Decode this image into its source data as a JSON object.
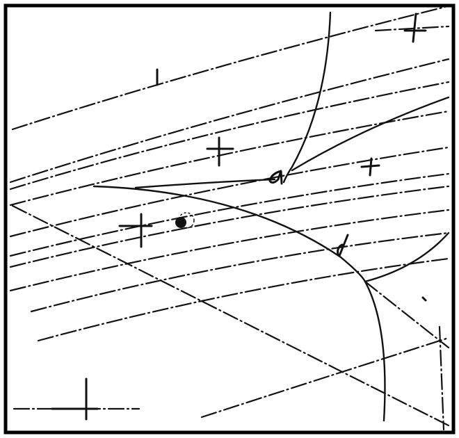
{
  "drawing": {
    "ink_color": "#111111",
    "paper_color": "#ffffff",
    "border_color": "#000000",
    "line_style": "dash-dot",
    "line_count": 16,
    "curve_count": 6,
    "cross_marker_count": 7,
    "handwritten_marks": [
      "a",
      "t",
      "d",
      "1"
    ]
  }
}
